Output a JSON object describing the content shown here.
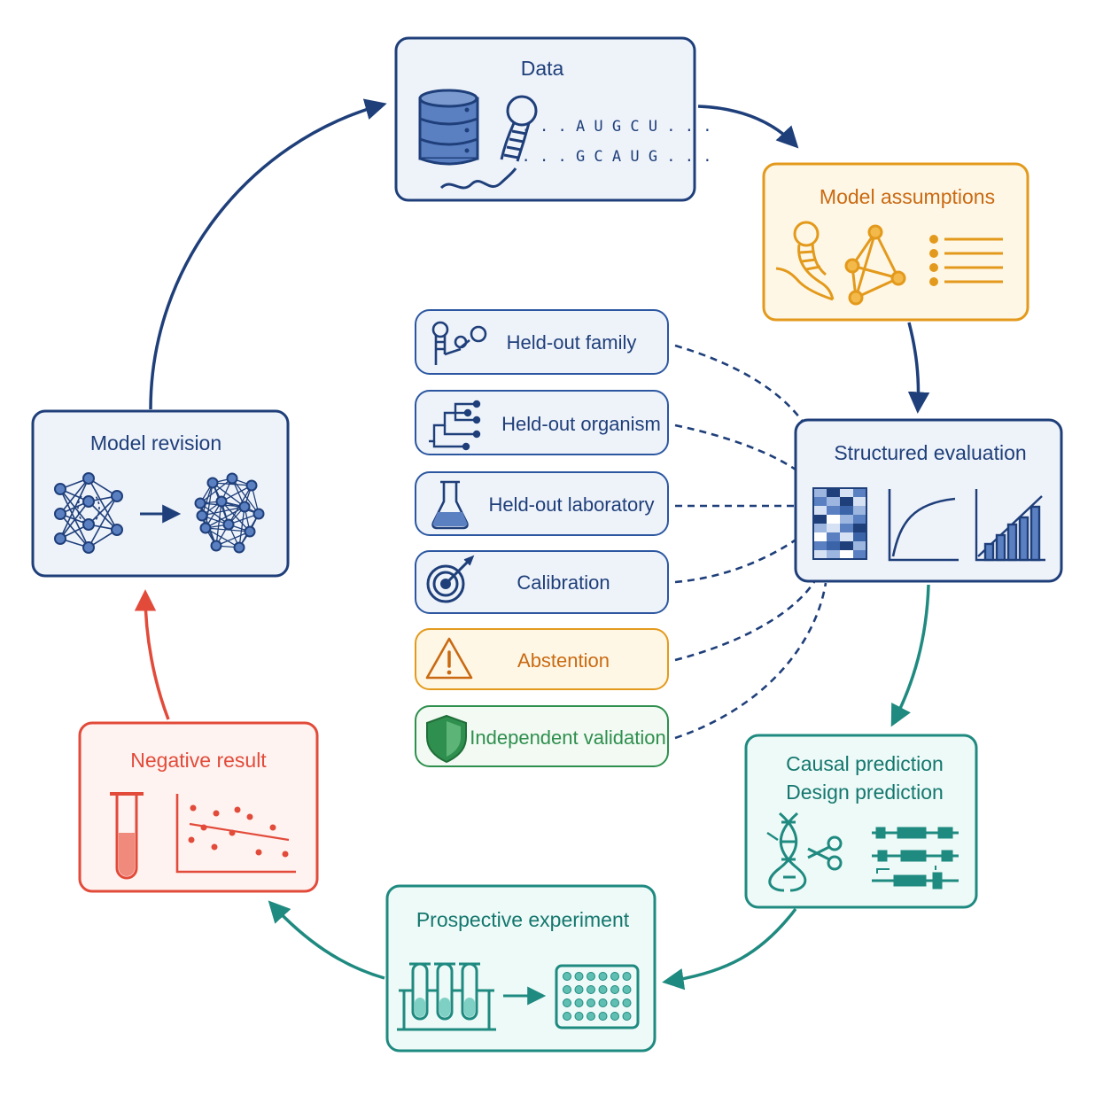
{
  "diagram": {
    "colors": {
      "navy": "#1f3f7a",
      "navy_fill": "#eef3fa",
      "orange": "#e39a1c",
      "orange_text": "#c96a12",
      "orange_fill": "#fff7e6",
      "teal": "#1f8a80",
      "teal_text": "#14776e",
      "teal_fill": "#eefaf8",
      "red": "#e24b3a",
      "red_fill": "#fff3f1",
      "green": "#2f8f4e",
      "green_fill": "#f2faf3"
    },
    "cycle": {
      "data": {
        "title": "Data",
        "seq_top": ". . . A U G C U . . .",
        "seq_bottom": ". . . G C A U G . . .",
        "icons": [
          "database-icon",
          "rna-hairpin-icon"
        ]
      },
      "model_assumptions": {
        "title": "Model assumptions",
        "icons": [
          "rna-hairpin-icon",
          "graph-icon",
          "list-icon"
        ]
      },
      "structured_evaluation": {
        "title": "Structured evaluation",
        "icons": [
          "heatmap-icon",
          "curve-icon",
          "bar-chart-icon"
        ]
      },
      "prediction": {
        "title_line1": "Causal prediction",
        "title_line2": "Design prediction",
        "icons": [
          "dna-icon",
          "scissors-icon",
          "constructs-icon"
        ]
      },
      "prospective_experiment": {
        "title": "Prospective experiment",
        "icons": [
          "test-tubes-icon",
          "well-plate-icon"
        ]
      },
      "negative_result": {
        "title": "Negative result",
        "icons": [
          "test-tube-icon",
          "scatter-plot-icon"
        ]
      },
      "model_revision": {
        "title": "Model revision",
        "icons": [
          "neural-network-icon",
          "dense-network-icon"
        ]
      }
    },
    "criteria": [
      {
        "label": "Held-out family",
        "icon": "rna-family-icon",
        "tone": "navy"
      },
      {
        "label": "Held-out organism",
        "icon": "phylogeny-tree-icon",
        "tone": "navy"
      },
      {
        "label": "Held-out laboratory",
        "icon": "flask-icon",
        "tone": "navy"
      },
      {
        "label": "Calibration",
        "icon": "target-icon",
        "tone": "navy"
      },
      {
        "label": "Abstention",
        "icon": "warning-icon",
        "tone": "orange"
      },
      {
        "label": "Independent validation",
        "icon": "shield-icon",
        "tone": "green"
      }
    ]
  }
}
